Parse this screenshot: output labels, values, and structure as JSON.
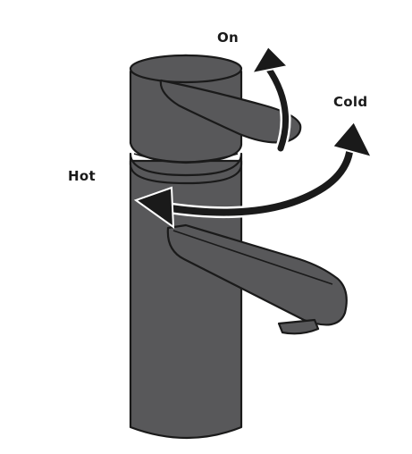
{
  "labels": {
    "on": "On",
    "cold": "Cold",
    "hot": "Hot"
  },
  "colors": {
    "body_fill": "#58585a",
    "outline": "#1a1a1a",
    "arrow": "#1a1a1a",
    "background": "#ffffff"
  },
  "icons": {
    "faucet": "mixer-tap-illustration",
    "on_arrow": "curved-up-arrow",
    "temperature_arrow": "double-headed-curved-arrow"
  }
}
